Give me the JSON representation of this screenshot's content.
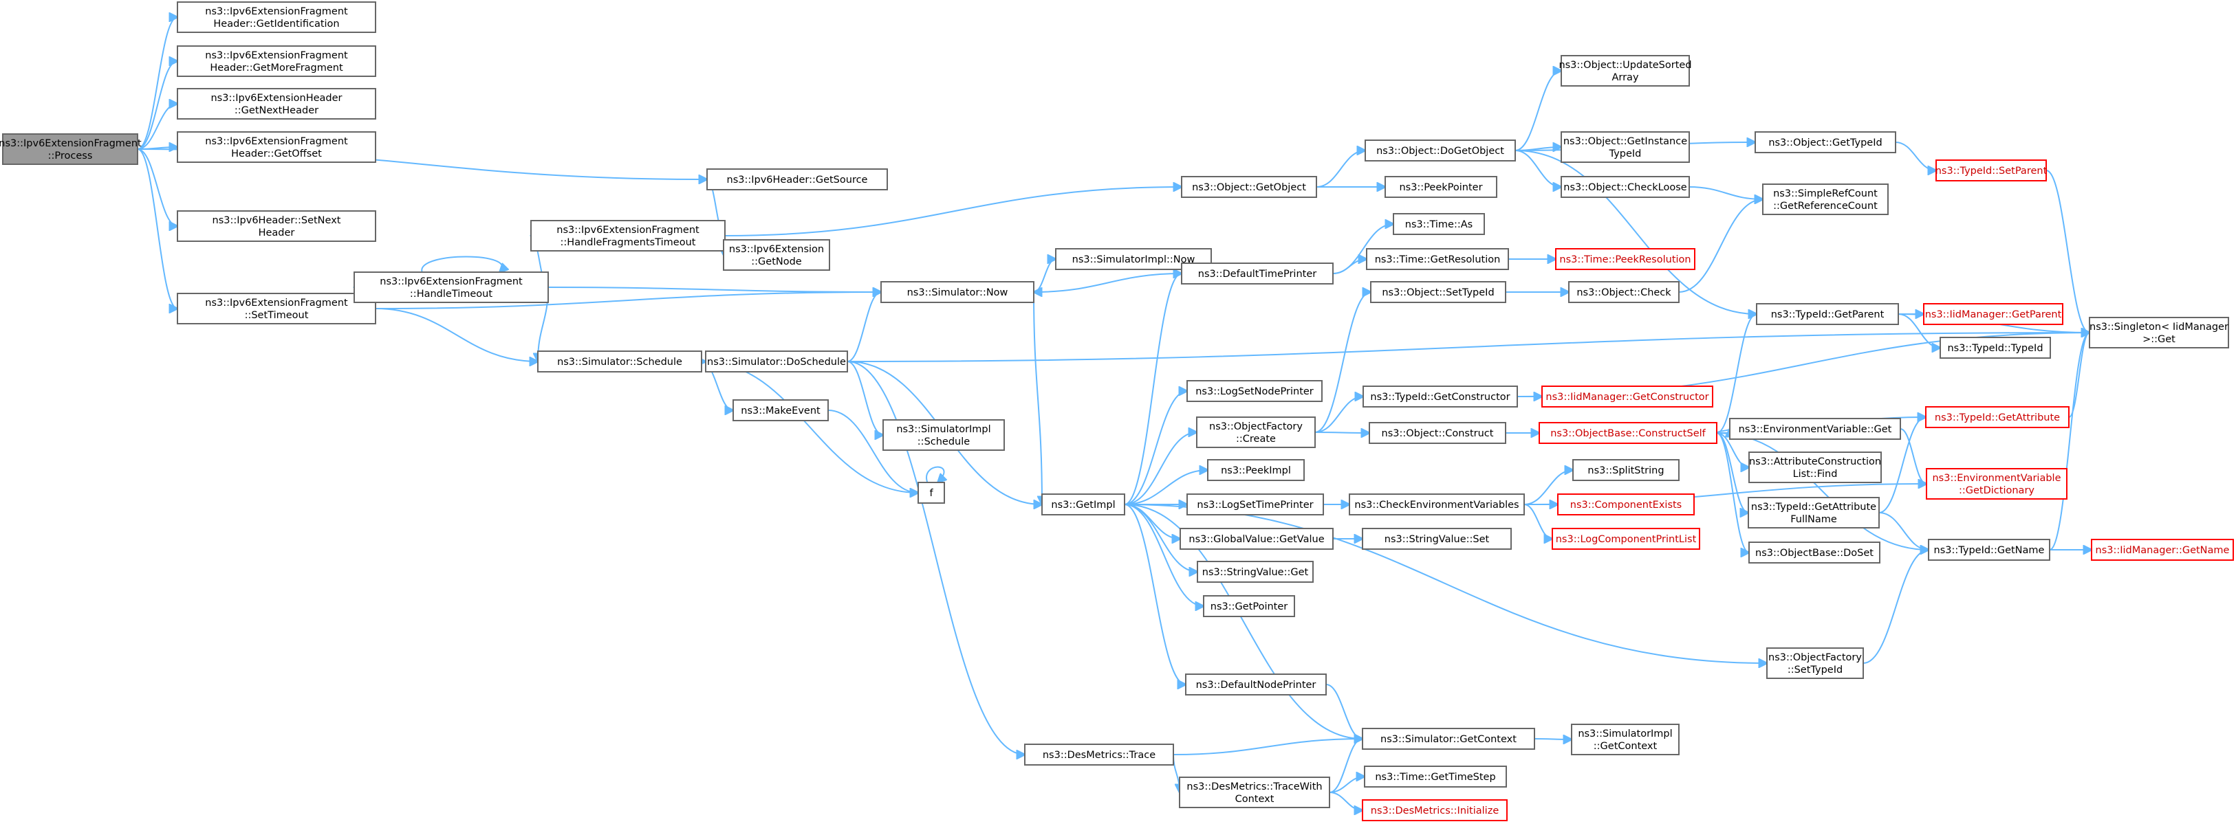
{
  "graph": {
    "nodes": [
      {
        "id": "root",
        "lines": [
          "ns3::Ipv6ExtensionFragment",
          "::Process"
        ],
        "state": "root"
      },
      {
        "id": "getIdent",
        "lines": [
          "ns3::Ipv6ExtensionFragment",
          "Header::GetIdentification"
        ]
      },
      {
        "id": "getMoreFrag",
        "lines": [
          "ns3::Ipv6ExtensionFragment",
          "Header::GetMoreFragment"
        ]
      },
      {
        "id": "extHdrGetNext",
        "lines": [
          "ns3::Ipv6ExtensionHeader",
          "::GetNextHeader"
        ]
      },
      {
        "id": "getOffset",
        "lines": [
          "ns3::Ipv6ExtensionFragment",
          "Header::GetOffset"
        ]
      },
      {
        "id": "ipv6GetSource",
        "lines": [
          "ns3::Ipv6Header::GetSource"
        ]
      },
      {
        "id": "setNextHeader",
        "lines": [
          "ns3::Ipv6Header::SetNext",
          "Header"
        ]
      },
      {
        "id": "setTimeout",
        "lines": [
          "ns3::Ipv6ExtensionFragment",
          "::SetTimeout"
        ]
      },
      {
        "id": "handleTimeout",
        "lines": [
          "ns3::Ipv6ExtensionFragment",
          "::HandleTimeout"
        ]
      },
      {
        "id": "handleFragTimeout",
        "lines": [
          "ns3::Ipv6ExtensionFragment",
          "::HandleFragmentsTimeout"
        ]
      },
      {
        "id": "extGetNode",
        "lines": [
          "ns3::Ipv6Extension",
          "::GetNode"
        ]
      },
      {
        "id": "simSchedule",
        "lines": [
          "ns3::Simulator::Schedule"
        ]
      },
      {
        "id": "simNow",
        "lines": [
          "ns3::Simulator::Now"
        ]
      },
      {
        "id": "simImplNow",
        "lines": [
          "ns3::SimulatorImpl::Now"
        ]
      },
      {
        "id": "simDoSchedule",
        "lines": [
          "ns3::Simulator::DoSchedule"
        ]
      },
      {
        "id": "makeEvent",
        "lines": [
          "ns3::MakeEvent"
        ]
      },
      {
        "id": "simImplSchedule",
        "lines": [
          "ns3::SimulatorImpl",
          "::Schedule"
        ]
      },
      {
        "id": "f",
        "lines": [
          "f"
        ]
      },
      {
        "id": "getImpl",
        "lines": [
          "ns3::GetImpl"
        ]
      },
      {
        "id": "desTrace",
        "lines": [
          "ns3::DesMetrics::Trace"
        ]
      },
      {
        "id": "desTraceCtx",
        "lines": [
          "ns3::DesMetrics::TraceWith",
          "Context"
        ]
      },
      {
        "id": "getObject",
        "lines": [
          "ns3::Object::GetObject"
        ]
      },
      {
        "id": "defTimePrinter",
        "lines": [
          "ns3::DefaultTimePrinter"
        ]
      },
      {
        "id": "logSetNodePrinter",
        "lines": [
          "ns3::LogSetNodePrinter"
        ]
      },
      {
        "id": "objFactoryCreate",
        "lines": [
          "ns3::ObjectFactory",
          "::Create"
        ]
      },
      {
        "id": "peekImpl",
        "lines": [
          "ns3::PeekImpl"
        ]
      },
      {
        "id": "logSetTimePrinter",
        "lines": [
          "ns3::LogSetTimePrinter"
        ]
      },
      {
        "id": "globalGetValue",
        "lines": [
          "ns3::GlobalValue::GetValue"
        ]
      },
      {
        "id": "strValueGet",
        "lines": [
          "ns3::StringValue::Get"
        ]
      },
      {
        "id": "getPointer",
        "lines": [
          "ns3::GetPointer"
        ]
      },
      {
        "id": "defNodePrinter",
        "lines": [
          "ns3::DefaultNodePrinter"
        ]
      },
      {
        "id": "doGetObject",
        "lines": [
          "ns3::Object::DoGetObject"
        ]
      },
      {
        "id": "peekPointer",
        "lines": [
          "ns3::PeekPointer"
        ]
      },
      {
        "id": "timeAs",
        "lines": [
          "ns3::Time::As"
        ]
      },
      {
        "id": "timeGetRes",
        "lines": [
          "ns3::Time::GetResolution"
        ]
      },
      {
        "id": "objSetTypeId",
        "lines": [
          "ns3::Object::SetTypeId"
        ]
      },
      {
        "id": "tidGetCtor",
        "lines": [
          "ns3::TypeId::GetConstructor"
        ]
      },
      {
        "id": "objConstruct",
        "lines": [
          "ns3::Object::Construct"
        ]
      },
      {
        "id": "checkEnvVars",
        "lines": [
          "ns3::CheckEnvironmentVariables"
        ]
      },
      {
        "id": "strValueSet",
        "lines": [
          "ns3::StringValue::Set"
        ]
      },
      {
        "id": "simGetContext",
        "lines": [
          "ns3::Simulator::GetContext"
        ]
      },
      {
        "id": "timeGetTimeStep",
        "lines": [
          "ns3::Time::GetTimeStep"
        ]
      },
      {
        "id": "desInit",
        "lines": [
          "ns3::DesMetrics::Initialize"
        ],
        "state": "trunc"
      },
      {
        "id": "objUpdateSorted",
        "lines": [
          "ns3::Object::UpdateSorted",
          "Array"
        ]
      },
      {
        "id": "objGetInstTid",
        "lines": [
          "ns3::Object::GetInstance",
          "TypeId"
        ]
      },
      {
        "id": "objCheckLoose",
        "lines": [
          "ns3::Object::CheckLoose"
        ]
      },
      {
        "id": "timePeekRes",
        "lines": [
          "ns3::Time::PeekResolution"
        ],
        "state": "trunc"
      },
      {
        "id": "objCheck",
        "lines": [
          "ns3::Object::Check"
        ]
      },
      {
        "id": "iidGetCtor",
        "lines": [
          "ns3::IidManager::GetConstructor"
        ],
        "state": "trunc"
      },
      {
        "id": "objBaseCtorSelf",
        "lines": [
          "ns3::ObjectBase::ConstructSelf"
        ],
        "state": "trunc"
      },
      {
        "id": "splitString",
        "lines": [
          "ns3::SplitString"
        ]
      },
      {
        "id": "componentExists",
        "lines": [
          "ns3::ComponentExists"
        ],
        "state": "trunc"
      },
      {
        "id": "logCompPrintList",
        "lines": [
          "ns3::LogComponentPrintList"
        ],
        "state": "trunc"
      },
      {
        "id": "simImplGetContext",
        "lines": [
          "ns3::SimulatorImpl",
          "::GetContext"
        ]
      },
      {
        "id": "objGetTypeId",
        "lines": [
          "ns3::Object::GetTypeId"
        ]
      },
      {
        "id": "simpleRefCount",
        "lines": [
          "ns3::SimpleRefCount",
          "::GetReferenceCount"
        ]
      },
      {
        "id": "tidGetParent",
        "lines": [
          "ns3::TypeId::GetParent"
        ]
      },
      {
        "id": "envVarGet",
        "lines": [
          "ns3::EnvironmentVariable::Get"
        ]
      },
      {
        "id": "attrConstrFind",
        "lines": [
          "ns3::AttributeConstruction",
          "List::Find"
        ]
      },
      {
        "id": "tidGetAttrFull",
        "lines": [
          "ns3::TypeId::GetAttribute",
          "FullName"
        ]
      },
      {
        "id": "objBaseDoSet",
        "lines": [
          "ns3::ObjectBase::DoSet"
        ]
      },
      {
        "id": "objFactorySetTid",
        "lines": [
          "ns3::ObjectFactory",
          "::SetTypeId"
        ]
      },
      {
        "id": "tidSetParent",
        "lines": [
          "ns3::TypeId::SetParent"
        ],
        "state": "trunc"
      },
      {
        "id": "iidGetParent",
        "lines": [
          "ns3::IidManager::GetParent"
        ],
        "state": "trunc"
      },
      {
        "id": "tidTypeId",
        "lines": [
          "ns3::TypeId::TypeId"
        ]
      },
      {
        "id": "tidGetAttr",
        "lines": [
          "ns3::TypeId::GetAttribute"
        ],
        "state": "trunc"
      },
      {
        "id": "envVarGetDict",
        "lines": [
          "ns3::EnvironmentVariable",
          "::GetDictionary"
        ],
        "state": "trunc"
      },
      {
        "id": "tidGetName",
        "lines": [
          "ns3::TypeId::GetName"
        ]
      },
      {
        "id": "iidGetName",
        "lines": [
          "ns3::IidManager::GetName"
        ],
        "state": "trunc"
      },
      {
        "id": "singletonGet",
        "lines": [
          "ns3::Singleton< IidManager",
          " >::Get"
        ]
      }
    ],
    "edges": [
      [
        "root",
        "getIdent"
      ],
      [
        "root",
        "getMoreFrag"
      ],
      [
        "root",
        "extHdrGetNext"
      ],
      [
        "root",
        "getOffset"
      ],
      [
        "root",
        "ipv6GetSource"
      ],
      [
        "root",
        "setNextHeader"
      ],
      [
        "root",
        "setTimeout"
      ],
      [
        "setTimeout",
        "handleTimeout"
      ],
      [
        "setTimeout",
        "simSchedule"
      ],
      [
        "setTimeout",
        "simNow"
      ],
      [
        "handleTimeout",
        "handleTimeout"
      ],
      [
        "handleTimeout",
        "handleFragTimeout"
      ],
      [
        "handleTimeout",
        "simNow"
      ],
      [
        "handleTimeout",
        "simSchedule"
      ],
      [
        "handleFragTimeout",
        "ipv6GetSource"
      ],
      [
        "handleFragTimeout",
        "extGetNode"
      ],
      [
        "handleFragTimeout",
        "getObject"
      ],
      [
        "simSchedule",
        "simDoSchedule"
      ],
      [
        "simSchedule",
        "makeEvent"
      ],
      [
        "simSchedule",
        "f"
      ],
      [
        "simDoSchedule",
        "simNow"
      ],
      [
        "simDoSchedule",
        "getImpl"
      ],
      [
        "simDoSchedule",
        "simImplSchedule"
      ],
      [
        "simDoSchedule",
        "desTrace"
      ],
      [
        "simDoSchedule",
        "singletonGet"
      ],
      [
        "makeEvent",
        "f"
      ],
      [
        "f",
        "f"
      ],
      [
        "simNow",
        "simImplNow"
      ],
      [
        "simNow",
        "getImpl"
      ],
      [
        "getImpl",
        "defTimePrinter"
      ],
      [
        "getImpl",
        "logSetNodePrinter"
      ],
      [
        "getImpl",
        "objFactoryCreate"
      ],
      [
        "getImpl",
        "peekImpl"
      ],
      [
        "getImpl",
        "logSetTimePrinter"
      ],
      [
        "getImpl",
        "globalGetValue"
      ],
      [
        "getImpl",
        "strValueGet"
      ],
      [
        "getImpl",
        "getPointer"
      ],
      [
        "getImpl",
        "defNodePrinter"
      ],
      [
        "getImpl",
        "simGetContext"
      ],
      [
        "getImpl",
        "objFactorySetTid"
      ],
      [
        "defTimePrinter",
        "simNow"
      ],
      [
        "defTimePrinter",
        "timeAs"
      ],
      [
        "defTimePrinter",
        "timeGetRes"
      ],
      [
        "defNodePrinter",
        "simGetContext"
      ],
      [
        "objFactoryCreate",
        "objSetTypeId"
      ],
      [
        "objFactoryCreate",
        "tidGetCtor"
      ],
      [
        "objFactoryCreate",
        "objConstruct"
      ],
      [
        "logSetTimePrinter",
        "checkEnvVars"
      ],
      [
        "globalGetValue",
        "strValueSet"
      ],
      [
        "desTrace",
        "simGetContext"
      ],
      [
        "desTrace",
        "desTraceCtx"
      ],
      [
        "desTraceCtx",
        "simGetContext"
      ],
      [
        "desTraceCtx",
        "timeGetTimeStep"
      ],
      [
        "desTraceCtx",
        "desInit"
      ],
      [
        "getObject",
        "doGetObject"
      ],
      [
        "getObject",
        "peekPointer"
      ],
      [
        "doGetObject",
        "objUpdateSorted"
      ],
      [
        "doGetObject",
        "objGetInstTid"
      ],
      [
        "doGetObject",
        "objCheckLoose"
      ],
      [
        "doGetObject",
        "objGetTypeId"
      ],
      [
        "doGetObject",
        "tidGetParent"
      ],
      [
        "timeGetRes",
        "timePeekRes"
      ],
      [
        "objSetTypeId",
        "objCheck"
      ],
      [
        "objCheck",
        "simpleRefCount"
      ],
      [
        "objCheckLoose",
        "simpleRefCount"
      ],
      [
        "tidGetCtor",
        "iidGetCtor"
      ],
      [
        "tidGetCtor",
        "singletonGet"
      ],
      [
        "objConstruct",
        "objBaseCtorSelf"
      ],
      [
        "checkEnvVars",
        "splitString"
      ],
      [
        "checkEnvVars",
        "componentExists"
      ],
      [
        "checkEnvVars",
        "logCompPrintList"
      ],
      [
        "checkEnvVars",
        "envVarGetDict"
      ],
      [
        "simGetContext",
        "simImplGetContext"
      ],
      [
        "objGetTypeId",
        "tidSetParent"
      ],
      [
        "tidSetParent",
        "singletonGet"
      ],
      [
        "tidGetParent",
        "iidGetParent"
      ],
      [
        "tidGetParent",
        "tidTypeId"
      ],
      [
        "tidGetParent",
        "singletonGet"
      ],
      [
        "objBaseCtorSelf",
        "tidGetParent"
      ],
      [
        "objBaseCtorSelf",
        "envVarGet"
      ],
      [
        "objBaseCtorSelf",
        "tidGetAttr"
      ],
      [
        "objBaseCtorSelf",
        "attrConstrFind"
      ],
      [
        "objBaseCtorSelf",
        "tidGetAttrFull"
      ],
      [
        "objBaseCtorSelf",
        "objBaseDoSet"
      ],
      [
        "objBaseCtorSelf",
        "tidGetName"
      ],
      [
        "envVarGet",
        "envVarGetDict"
      ],
      [
        "tidGetAttrFull",
        "tidGetAttr"
      ],
      [
        "tidGetAttrFull",
        "tidGetName"
      ],
      [
        "objFactorySetTid",
        "tidGetName"
      ],
      [
        "tidGetAttr",
        "singletonGet"
      ],
      [
        "tidGetName",
        "iidGetName"
      ],
      [
        "tidGetName",
        "singletonGet"
      ]
    ]
  }
}
